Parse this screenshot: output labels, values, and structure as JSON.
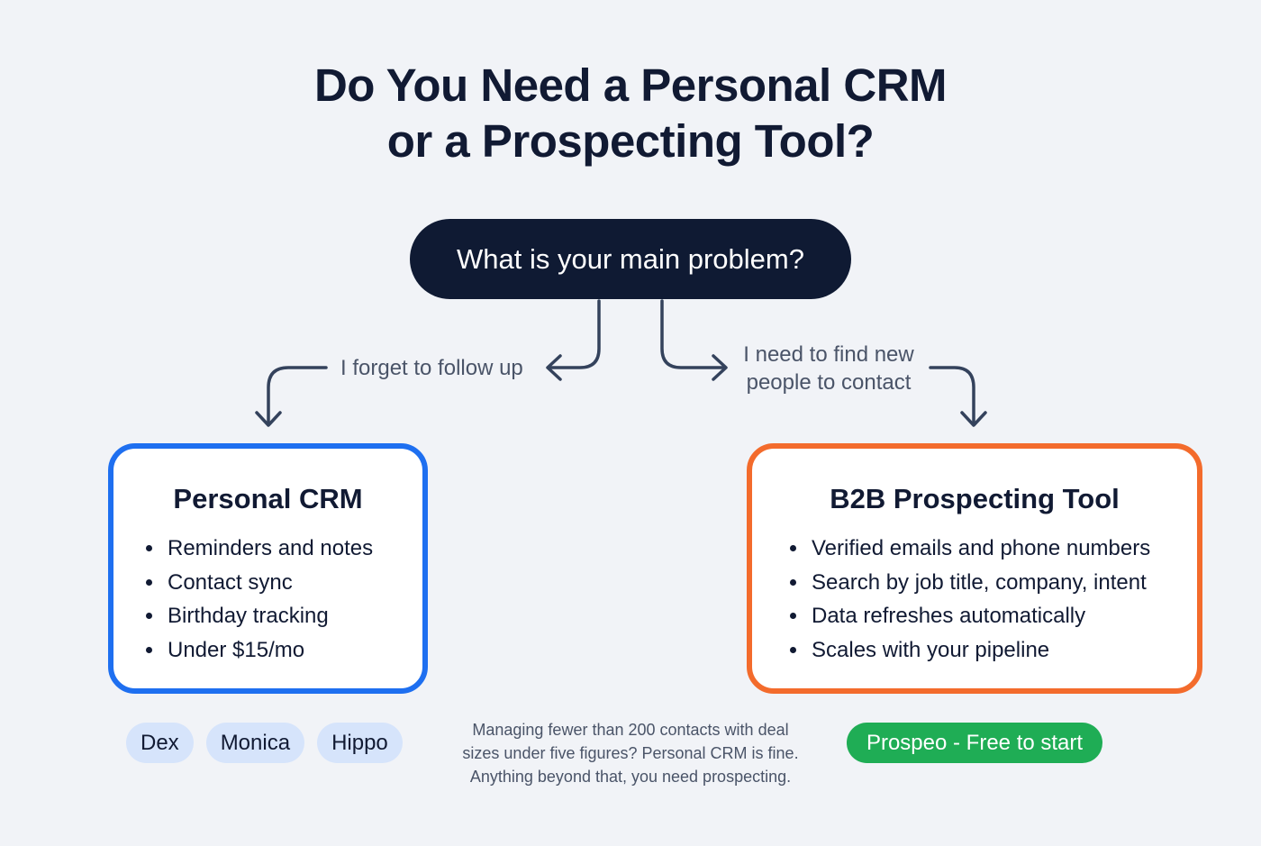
{
  "title": {
    "line1": "Do You Need a Personal CRM",
    "line2": "or a Prospecting Tool?"
  },
  "question": {
    "label": "What is your main problem?"
  },
  "branches": {
    "left": {
      "label": "I forget to follow up"
    },
    "right": {
      "line1": "I need to find new",
      "line2": "people to contact"
    }
  },
  "cards": {
    "personal_crm": {
      "title": "Personal CRM",
      "border_color": "#1e6ff0",
      "items": [
        "Reminders and notes",
        "Contact sync",
        "Birthday tracking",
        "Under $15/mo"
      ]
    },
    "prospecting": {
      "title": "B2B Prospecting Tool",
      "border_color": "#f36b2c",
      "items": [
        "Verified emails and phone numbers",
        "Search by job title, company, intent",
        "Data refreshes automatically",
        "Scales with your pipeline"
      ]
    }
  },
  "tools": {
    "personal_crm": [
      "Dex",
      "Monica",
      "Hippo"
    ],
    "prospecting_cta": "Prospeo - Free to start"
  },
  "note": {
    "line1": "Managing fewer than 200 contacts with deal",
    "line2": "sizes under five figures? Personal CRM is fine.",
    "line3": "Anything beyond that, you need prospecting."
  },
  "colors": {
    "background": "#f1f3f7",
    "question_bg": "#0f1a33",
    "connector": "#34425c",
    "pill_bg": "#d6e4fb",
    "cta_bg": "#1fad55"
  }
}
